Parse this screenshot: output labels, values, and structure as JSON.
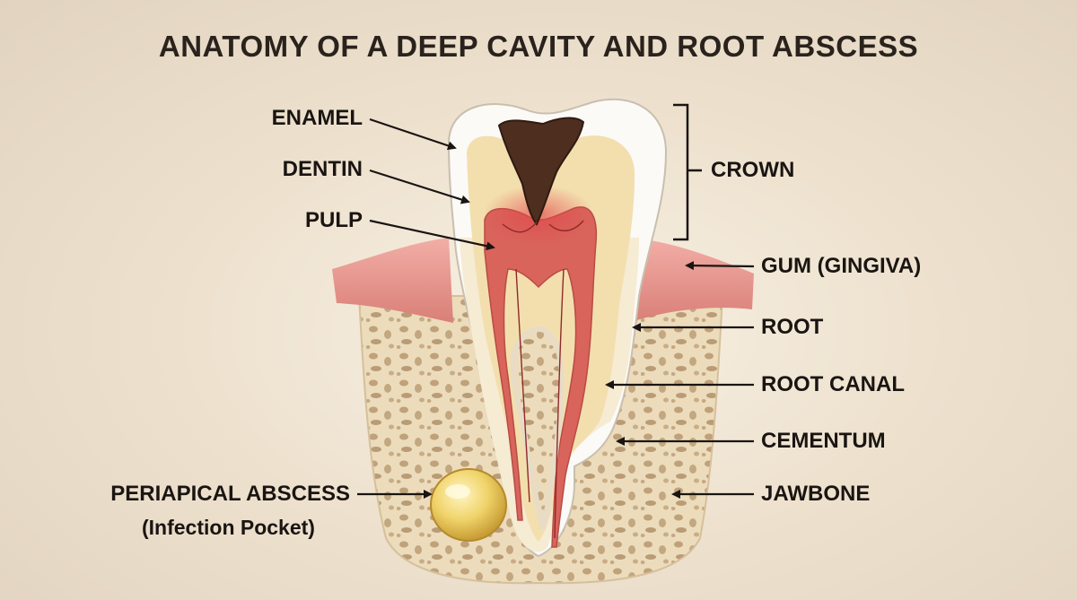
{
  "title": "ANATOMY OF A DEEP CAVITY AND ROOT ABSCESS",
  "labels": {
    "enamel": "ENAMEL",
    "dentin": "DENTIN",
    "pulp": "PULP",
    "crown": "CROWN",
    "gum": "GUM (GINGIVA)",
    "root": "ROOT",
    "root_canal": "ROOT CANAL",
    "cementum": "CEMENTUM",
    "jawbone": "JAWBONE",
    "abscess": "PERIAPICAL ABSCESS",
    "abscess_sub": "(Infection Pocket)"
  },
  "colors": {
    "enamel": "#fbfaf7",
    "dentin": "#f3dfae",
    "pulp": "#d9645c",
    "decay": "#4e2e1e",
    "gum": "#e99a92",
    "bone": "#ecdcbc",
    "abscess": "#f0d36a"
  }
}
